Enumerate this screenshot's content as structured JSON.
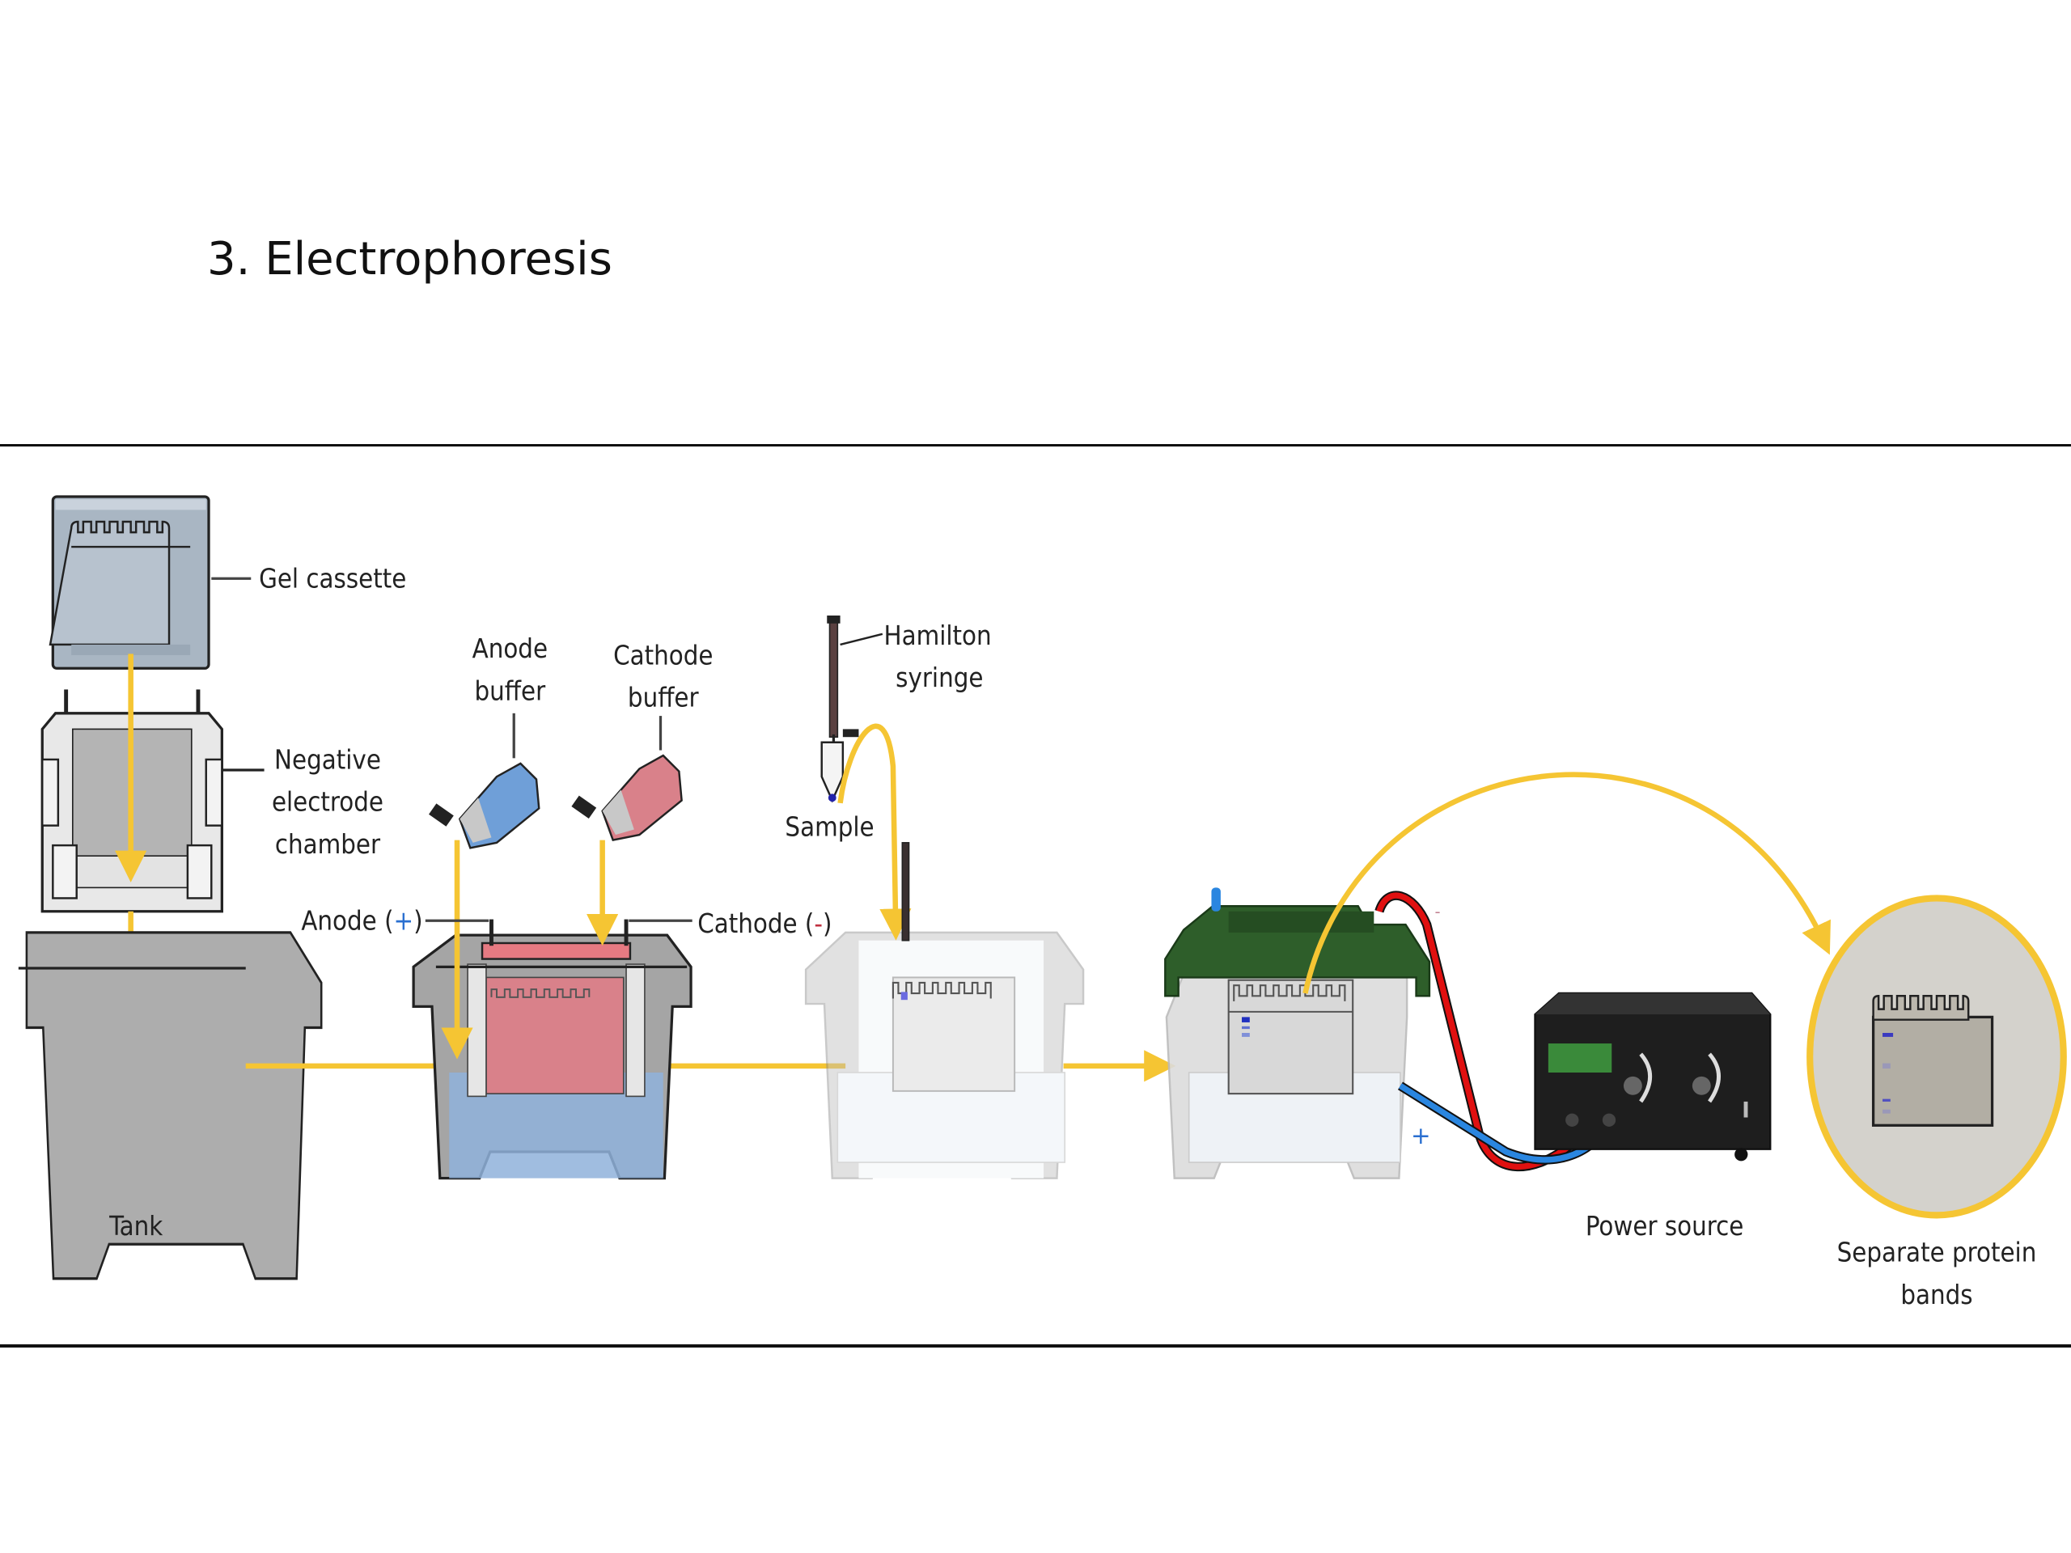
{
  "slide": {
    "title": "3. Electrophoresis"
  },
  "diagram": {
    "labels": {
      "gel_cassette": "Gel cassette",
      "negative_electrode_line1": "Negative",
      "negative_electrode_line2": "electrode",
      "negative_electrode_line3": "chamber",
      "tank": "Tank",
      "anode_buffer_line1": "Anode",
      "anode_buffer_line2": "buffer",
      "cathode_buffer_line1": "Cathode",
      "cathode_buffer_line2": "buffer",
      "anode": "Anode (",
      "anode_sign": "+",
      "anode_close": ")",
      "cathode": "Cathode (",
      "cathode_sign": "-",
      "cathode_close": ")",
      "hamilton_line1": "Hamilton",
      "hamilton_line2": "syringe",
      "sample": "Sample",
      "power_source": "Power source",
      "bands_line1": "Separate protein",
      "bands_line2": "bands",
      "plus_sign": "+",
      "minus_sign": "-"
    },
    "colors": {
      "arrow": "#f5c533",
      "gel_blue": "#b4c0cc",
      "tank_gray": "#adadad",
      "anode_buffer": "#6f9fd8",
      "cathode_buffer": "#d9818a",
      "lid_green": "#2e5e2a",
      "wire_red": "#e01010",
      "wire_blue": "#2a86e0",
      "power_body": "#1e1e1e",
      "display_green": "#3a8a3a",
      "result_bg": "#d4d2cc"
    }
  }
}
